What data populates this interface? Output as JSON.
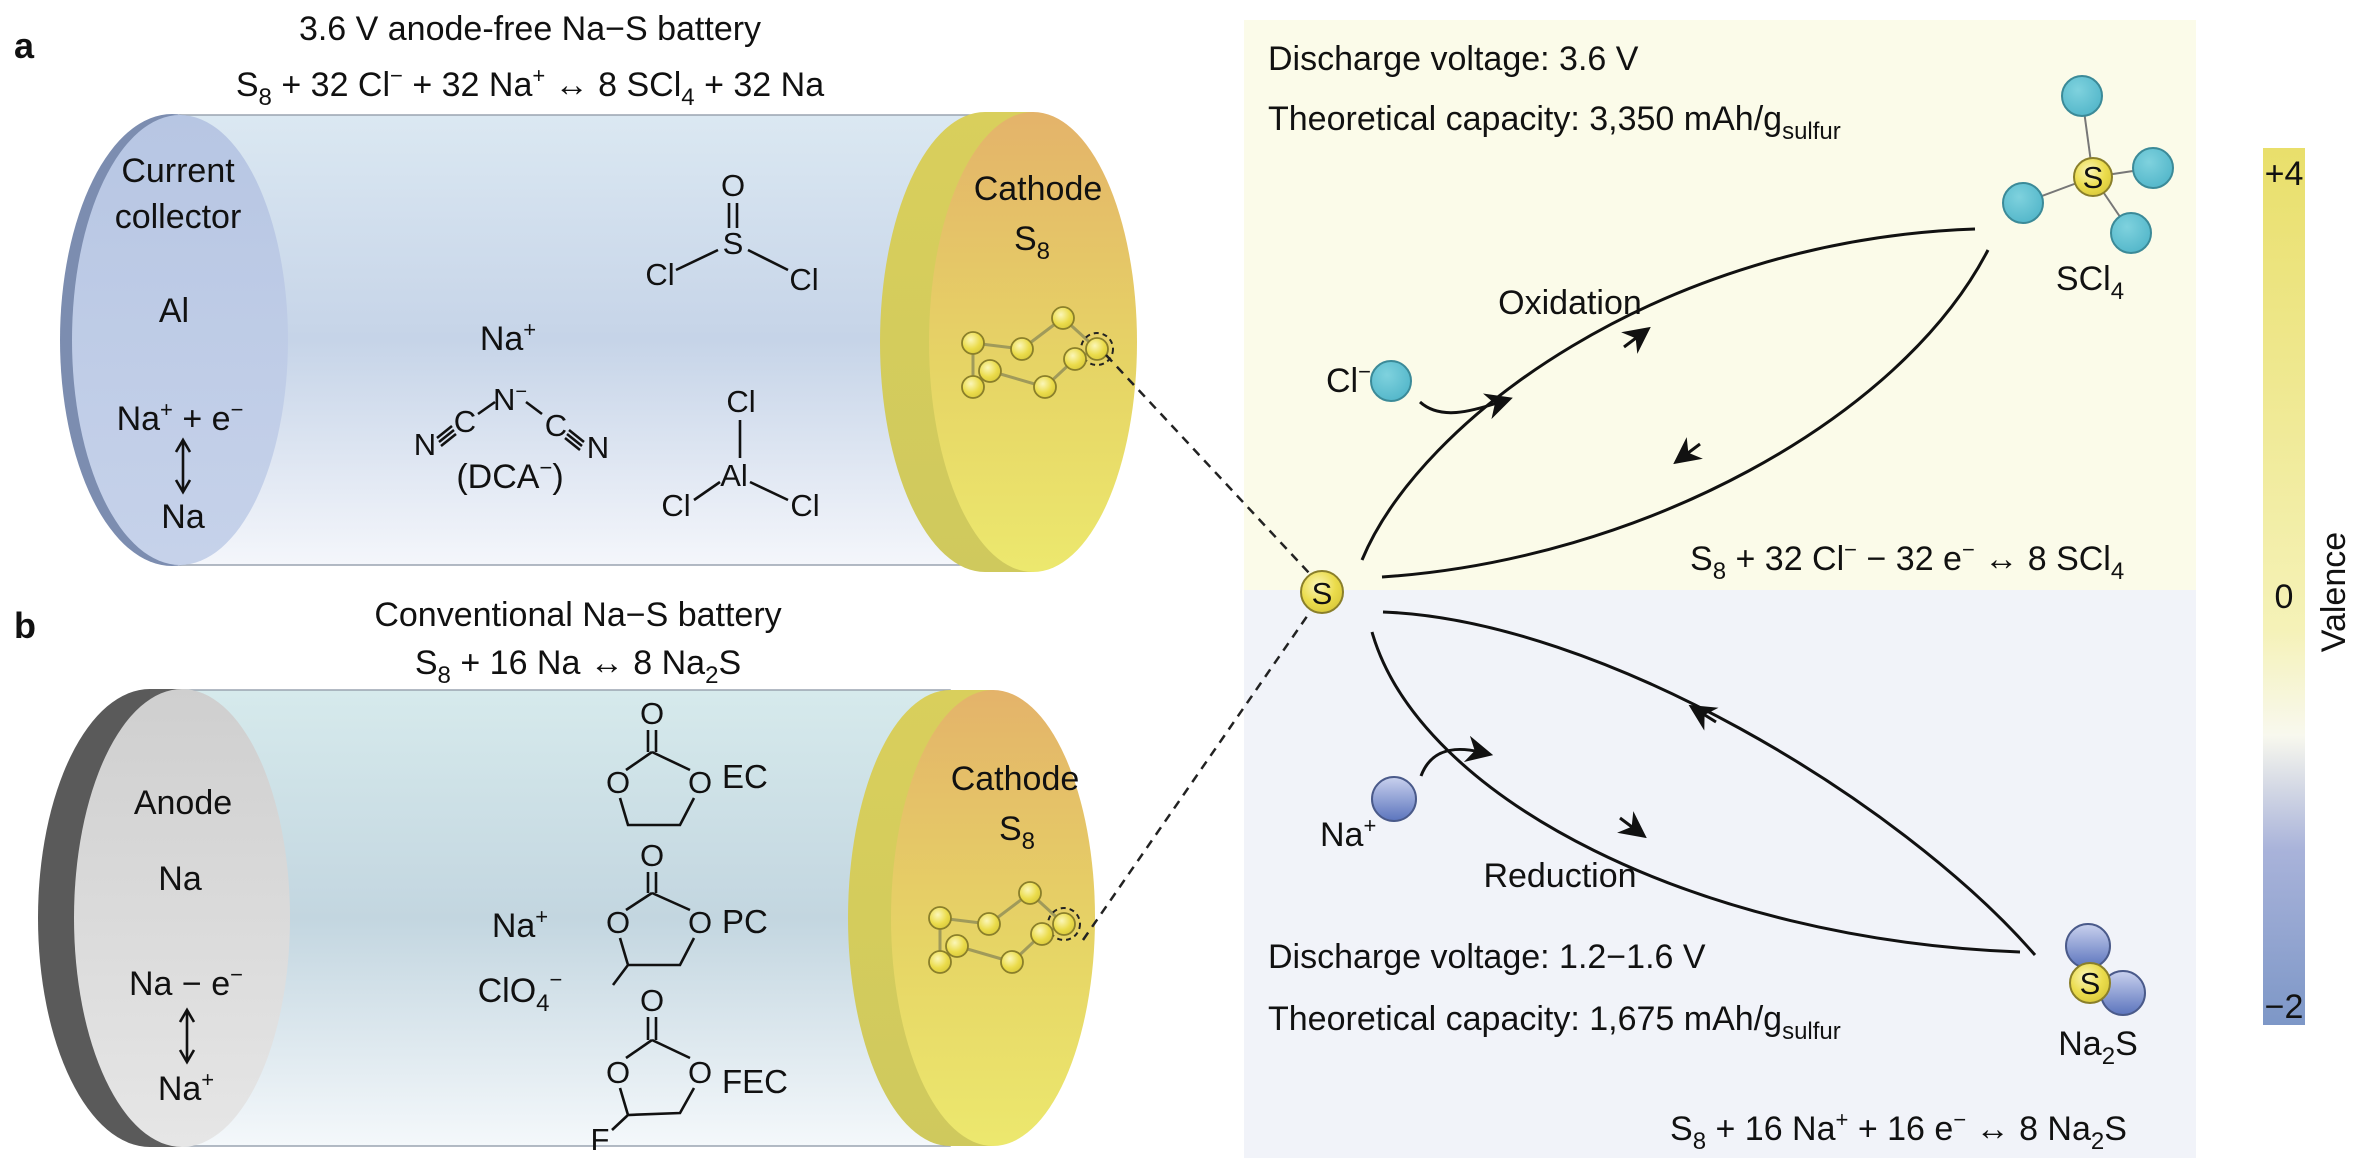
{
  "panel_a": {
    "label": "a",
    "title": "3.6 V anode-free Na−S battery",
    "equation": {
      "S": "S",
      "s8": "8",
      "mid1": " + 32 Cl",
      "cl_sup": "−",
      "mid2": " + 32 Na",
      "na_sup": "+",
      "arrow": " ↔ ",
      "mid3": "8 SCl",
      "scl_sub": "4",
      "end": " + 32 Na"
    },
    "left_disc": {
      "line1": "Current",
      "line2": "collector",
      "material": "Al",
      "reaction_top": "Na",
      "reaction_top_sup": "+",
      "reaction_top_rest": " + e",
      "reaction_top_sup2": "−",
      "reaction_bottom": "Na"
    },
    "electrolyte": {
      "cation": "Na",
      "cation_sup": "+",
      "socl2": {
        "O": "O",
        "S": "S",
        "Cl1": "Cl",
        "Cl2": "Cl"
      },
      "dca": {
        "N_center": "N",
        "N_charge": "−",
        "C1": "C",
        "C2": "C",
        "N1": "N",
        "N2": "N",
        "name": "(DCA",
        "name_sup": "−",
        "name_end": ")"
      },
      "alcl3": {
        "Al": "Al",
        "Cl1": "Cl",
        "Cl2": "Cl",
        "Cl3": "Cl"
      }
    },
    "cathode": {
      "label": "Cathode",
      "material": "S",
      "material_sub": "8"
    }
  },
  "panel_b": {
    "label": "b",
    "title": "Conventional Na−S battery",
    "equation": {
      "S": "S",
      "s8": "8",
      "mid": " + 16 Na ",
      "arrow": "↔",
      "mid2": " 8 Na",
      "na_sub": "2",
      "end": "S"
    },
    "left_disc": {
      "line1": "Anode",
      "material": "Na",
      "reaction_top": "Na − e",
      "reaction_top_sup": "−",
      "reaction_bottom": "Na",
      "reaction_bottom_sup": "+"
    },
    "electrolyte": {
      "cation": "Na",
      "cation_sup": "+",
      "anion": "ClO",
      "anion_sub": "4",
      "anion_sup": "−",
      "solvents": [
        {
          "name": "EC",
          "O": "O"
        },
        {
          "name": "PC",
          "O": "O"
        },
        {
          "name": "FEC",
          "O": "O",
          "F": "F"
        }
      ]
    },
    "cathode": {
      "label": "Cathode",
      "material": "S",
      "material_sub": "8"
    }
  },
  "mechanism": {
    "center_atom": "S",
    "oxidation": {
      "discharge_voltage": "Discharge voltage: 3.6 V",
      "capacity": "Theoretical capacity: 3,350 mAh/g",
      "capacity_sub": "sulfur",
      "process": "Oxidation",
      "ion": "Cl",
      "ion_sup": "−",
      "product": "SCl",
      "product_sub": "4",
      "product_atom": "S",
      "equation": {
        "S": "S",
        "s8": "8",
        "mid": " + 32 Cl",
        "sup1": "−",
        "mid2": " − 32 e",
        "sup2": "−",
        "arrow": " ↔ ",
        "end": "8 SCl",
        "end_sub": "4"
      }
    },
    "reduction": {
      "discharge_voltage": "Discharge voltage: 1.2−1.6 V",
      "capacity": "Theoretical capacity: 1,675 mAh/g",
      "capacity_sub": "sulfur",
      "process": "Reduction",
      "ion": "Na",
      "ion_sup": "+",
      "product": "Na",
      "product_sub": "2",
      "product_end": "S",
      "product_atom": "S",
      "equation": {
        "S": "S",
        "s8": "8",
        "mid": " + 16 Na",
        "sup1": "+",
        "mid2": " + 16 e",
        "sup2": "−",
        "arrow": " ↔ ",
        "end": "8 Na",
        "end_sub": "2",
        "end2": "S"
      }
    }
  },
  "colorbar": {
    "title": "Valence",
    "ticks": [
      "+4",
      "0",
      "−2"
    ],
    "range": [
      -2,
      4
    ],
    "colors": {
      "top": "#e9df6b",
      "zero": "#f8f8ee",
      "bottom": "#7d97c7"
    }
  },
  "colors": {
    "oxidation_panel": "#fbfbe8",
    "reduction_panel": "#f1f3f9",
    "cl_atom": "#5fc4d4",
    "na_atom": "#6f86c6",
    "s_atom": "#efe15e",
    "cathode": "#e8cf6a",
    "collector": "#bccbe6",
    "anode": "#d9d9d9"
  }
}
